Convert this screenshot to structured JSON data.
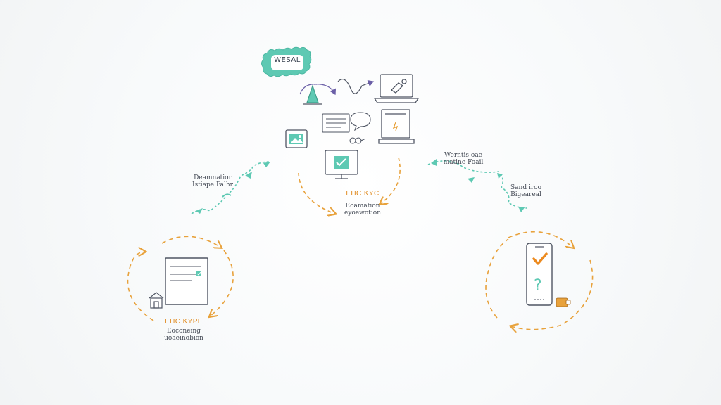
{
  "colors": {
    "teal": "#5ec9b3",
    "orange": "#e8a23c",
    "check_orange": "#ec8a1f",
    "ink": "#4f5563",
    "arrow_purple": "#6b5fa7"
  },
  "badge": {
    "label": "WESAL",
    "icon": "scalloped-badge"
  },
  "center_stage": {
    "title": "EHC KYC",
    "caption": "Eoamation\neyoewotion",
    "icons": [
      "cone-icon",
      "curved-arrow-icon",
      "check-arrow-icon",
      "laptop-icon",
      "photo-id-icon",
      "form-lines-icon",
      "chat-bubble-icon",
      "link-icon",
      "tablet-document-icon",
      "monitor-check-icon"
    ]
  },
  "left_stage": {
    "title": "EHC KYPE",
    "caption": "Eoconeing\nuoaeinobion",
    "icons": [
      "document-icon",
      "home-icon"
    ]
  },
  "right_stage": {
    "caption": "",
    "icons": [
      "phone-icon",
      "checkmark-icon",
      "question-icon",
      "wallet-icon"
    ]
  },
  "connectors": {
    "left_label": "Deamnatior\nIstiape Falhr",
    "right_top_label": "Werntis oae\nmatine Foail",
    "right_bottom_label": "Sand iroo\nBigeareal"
  }
}
